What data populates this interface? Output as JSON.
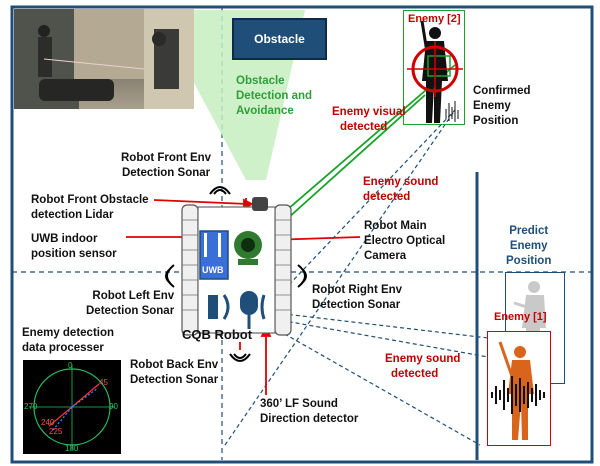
{
  "obstacle": {
    "title": "Obstacle"
  },
  "labels": {
    "obstacle_detection": [
      "Obstacle",
      "Detection and",
      "Avoidance"
    ],
    "front_env_sonar": [
      "Robot Front Env",
      "Detection Sonar"
    ],
    "front_lidar": [
      "Robot Front Obstacle",
      "detection Lidar"
    ],
    "uwb_sensor": [
      "UWB indoor",
      "position sensor"
    ],
    "left_env_sonar": [
      "Robot Left Env",
      "Detection Sonar"
    ],
    "right_env_sonar": [
      "Robot Right Env",
      "Detection Sonar"
    ],
    "back_env_sonar": [
      "Robot Back Env",
      "Detection Sonar"
    ],
    "main_camera": [
      "Robot Main",
      "Electro Optical",
      "Camera"
    ],
    "lf_sound": [
      "360’ LF Sound",
      "Direction detector"
    ],
    "data_processor": [
      "Enemy detection",
      "data processer"
    ],
    "confirmed_position": [
      "Confirmed",
      "Enemy",
      "Position"
    ],
    "predict_position": [
      "Predict",
      "Enemy",
      "Position"
    ],
    "enemy_visual": [
      "Enemy visual",
      "detected"
    ],
    "enemy_sound_top": [
      "Enemy sound",
      "detected"
    ],
    "enemy_sound_bottom": [
      "Enemy sound",
      "detected"
    ],
    "enemy_2": "Enemy [2]",
    "enemy_1": "Enemy [1]",
    "cqb_robot": "CQB Robot",
    "uwb_chip": "UWB"
  },
  "radar": {
    "ticks": [
      "0",
      "90",
      "180",
      "270"
    ],
    "bearing_labels": [
      "45",
      "240",
      "225"
    ]
  },
  "colors": {
    "border": "#1f4e79",
    "obstacle_box": "#1f4e79",
    "cone": "#c6eec0",
    "green_text": "#2f9e3a",
    "red_text": "#c00000",
    "radar_green": "#22c55e"
  }
}
